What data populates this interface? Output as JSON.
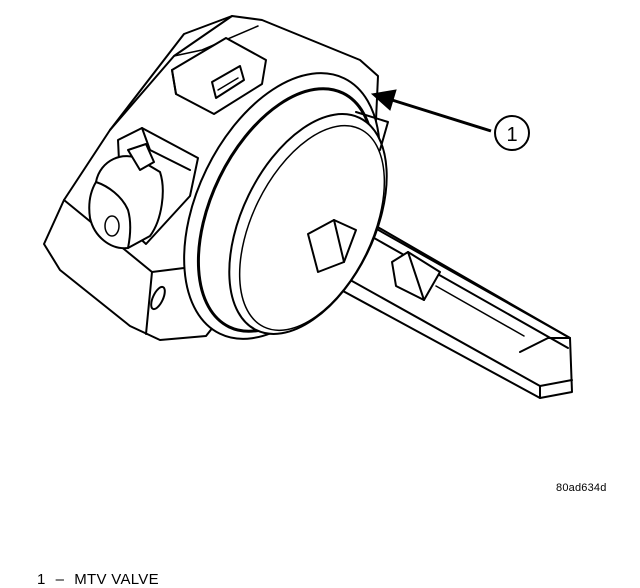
{
  "figure": {
    "id_code": "80ad634d"
  },
  "callouts": [
    {
      "number": "1"
    }
  ],
  "legend": [
    {
      "number": "1",
      "separator": "–",
      "label": "MTV VALVE"
    }
  ]
}
